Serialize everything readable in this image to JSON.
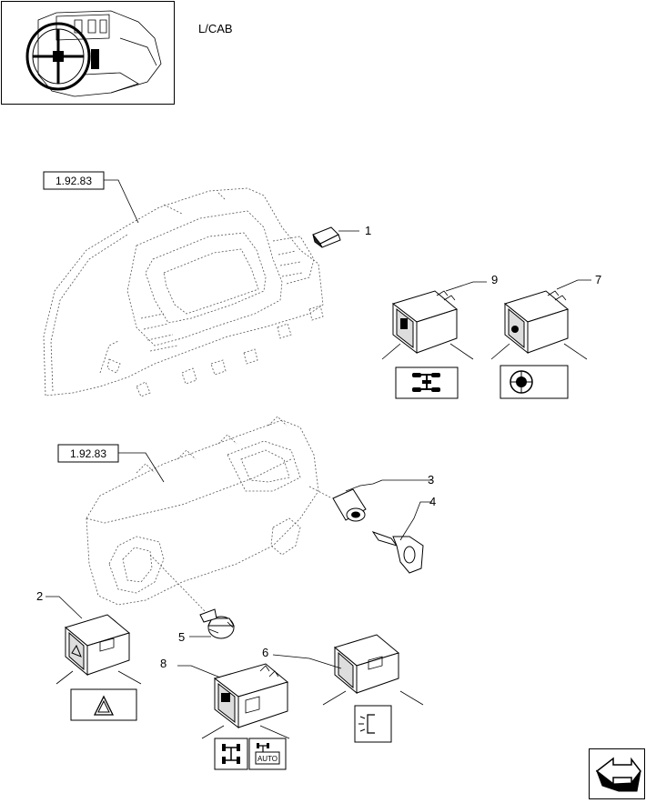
{
  "header": {
    "section_label": "L/CAB"
  },
  "refs": {
    "upper_ref": "1.92.83",
    "lower_ref": "1.92.83"
  },
  "callouts": {
    "c1": "1",
    "c2": "2",
    "c3": "3",
    "c4": "4",
    "c5": "5",
    "c6": "6",
    "c7": "7",
    "c8": "8",
    "c9": "9"
  },
  "icons": {
    "auto_label": "AUTO",
    "symbol_9": "differential-lock-symbol",
    "symbol_7": "pto-symbol",
    "symbol_2": "hazard-warning-symbol",
    "symbol_6": "work-light-symbol",
    "symbol_8a": "four-wheel-drive-symbol",
    "symbol_8b": "four-wheel-drive-auto-symbol"
  },
  "nav": {
    "icon": "next-page-arrow-icon"
  }
}
